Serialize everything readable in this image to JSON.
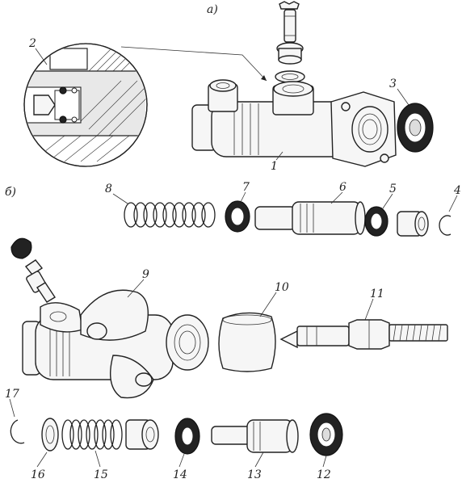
{
  "section_labels": {
    "a": "а)",
    "b": "б)"
  },
  "callouts": [
    "1",
    "2",
    "3",
    "4",
    "5",
    "6",
    "7",
    "8",
    "9",
    "10",
    "11",
    "12",
    "13",
    "14",
    "15",
    "16",
    "17"
  ]
}
